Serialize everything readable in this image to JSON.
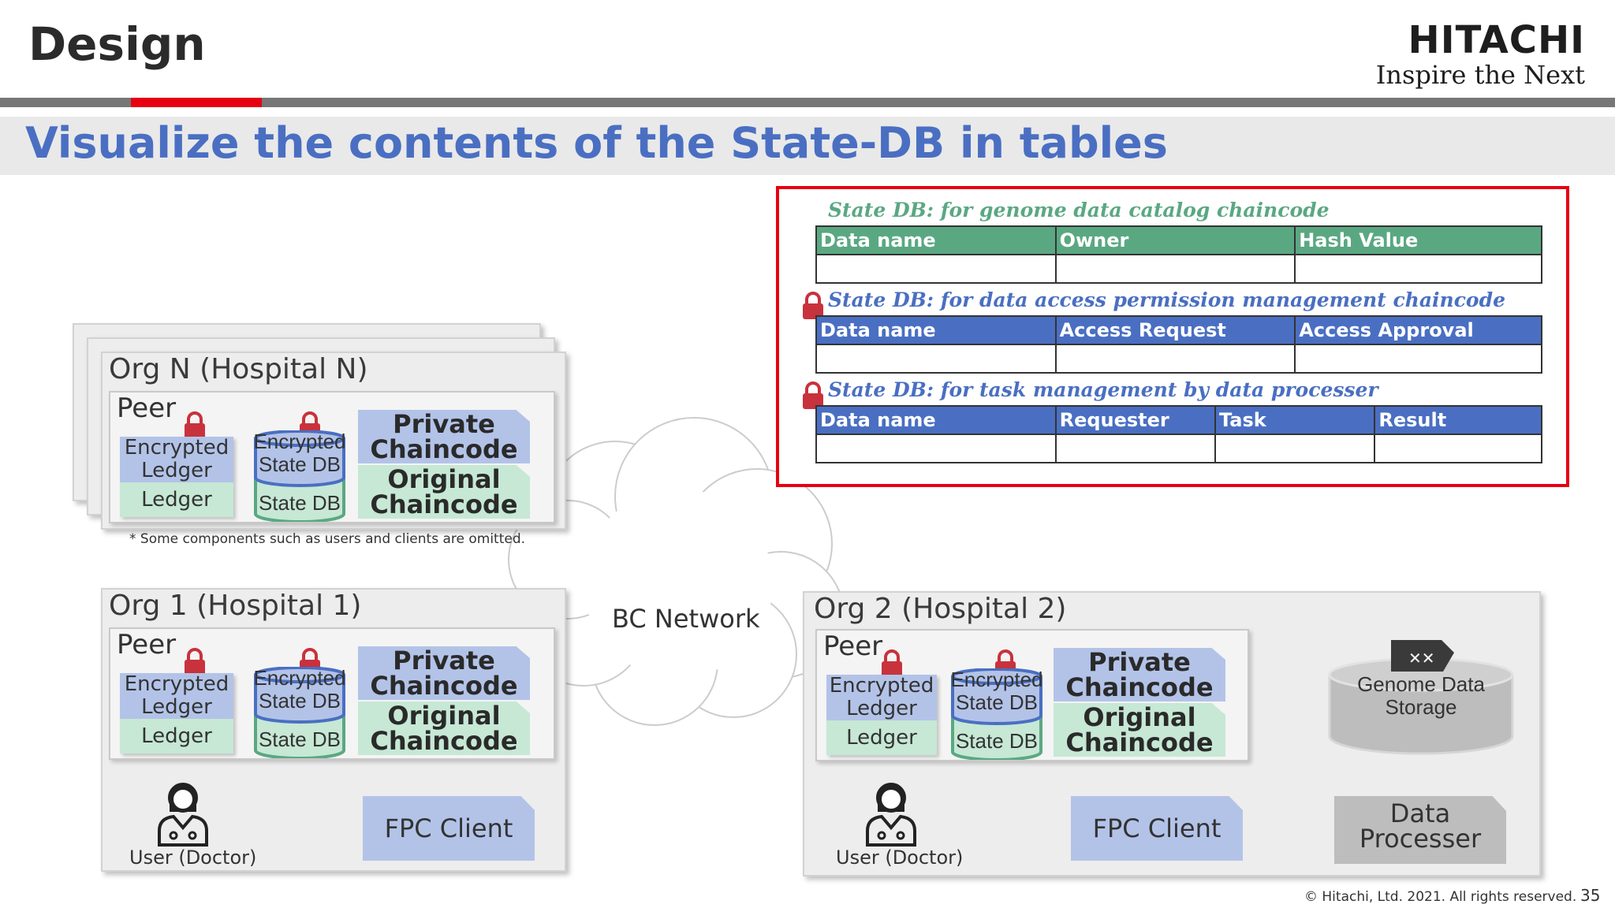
{
  "header": {
    "section": "Design",
    "logo_main": "HITACHI",
    "logo_sub": "Inspire the Next"
  },
  "subtitle": "Visualize the contents of the State-DB in tables",
  "org_n": {
    "title": "Org N (Hospital N)",
    "note": "* Some components such as users and clients are omitted."
  },
  "org_1": {
    "title": "Org 1 (Hospital 1)"
  },
  "org_2": {
    "title": "Org 2 (Hospital 2)"
  },
  "peer": {
    "label": "Peer",
    "encrypted_ledger": [
      "Encrypted",
      "Ledger"
    ],
    "ledger": "Ledger",
    "encrypted_state_db": [
      "Encrypted",
      "State DB"
    ],
    "state_db": "State DB",
    "private_chaincode": [
      "Private",
      "Chaincode"
    ],
    "original_chaincode": [
      "Original",
      "Chaincode"
    ]
  },
  "fpc_client": "FPC Client",
  "user_label": "User (Doctor)",
  "network": "BC Network",
  "genome_storage": [
    "Genome Data",
    "Storage"
  ],
  "data_processer": [
    "Data",
    "Processer"
  ],
  "tables": [
    {
      "caption": "State DB: for genome data catalog chaincode",
      "color": "#5aa882",
      "locked": false,
      "columns": [
        "Data name",
        "Owner",
        "Hash Value"
      ]
    },
    {
      "caption": "State DB: for data access permission management chaincode",
      "color": "#4a6fc2",
      "locked": true,
      "columns": [
        "Data name",
        "Access Request",
        "Access Approval"
      ]
    },
    {
      "caption": "State DB: for task management by data processer",
      "color": "#4a6fc2",
      "locked": true,
      "columns": [
        "Data name",
        "Requester",
        "Task",
        "Result"
      ]
    }
  ],
  "footer": {
    "copyright": "© Hitachi, Ltd. 2021. All rights reserved.",
    "page": "35"
  },
  "colors": {
    "accent_red": "#e60012",
    "title_blue": "#4a6fc2",
    "green": "#5aa882"
  }
}
